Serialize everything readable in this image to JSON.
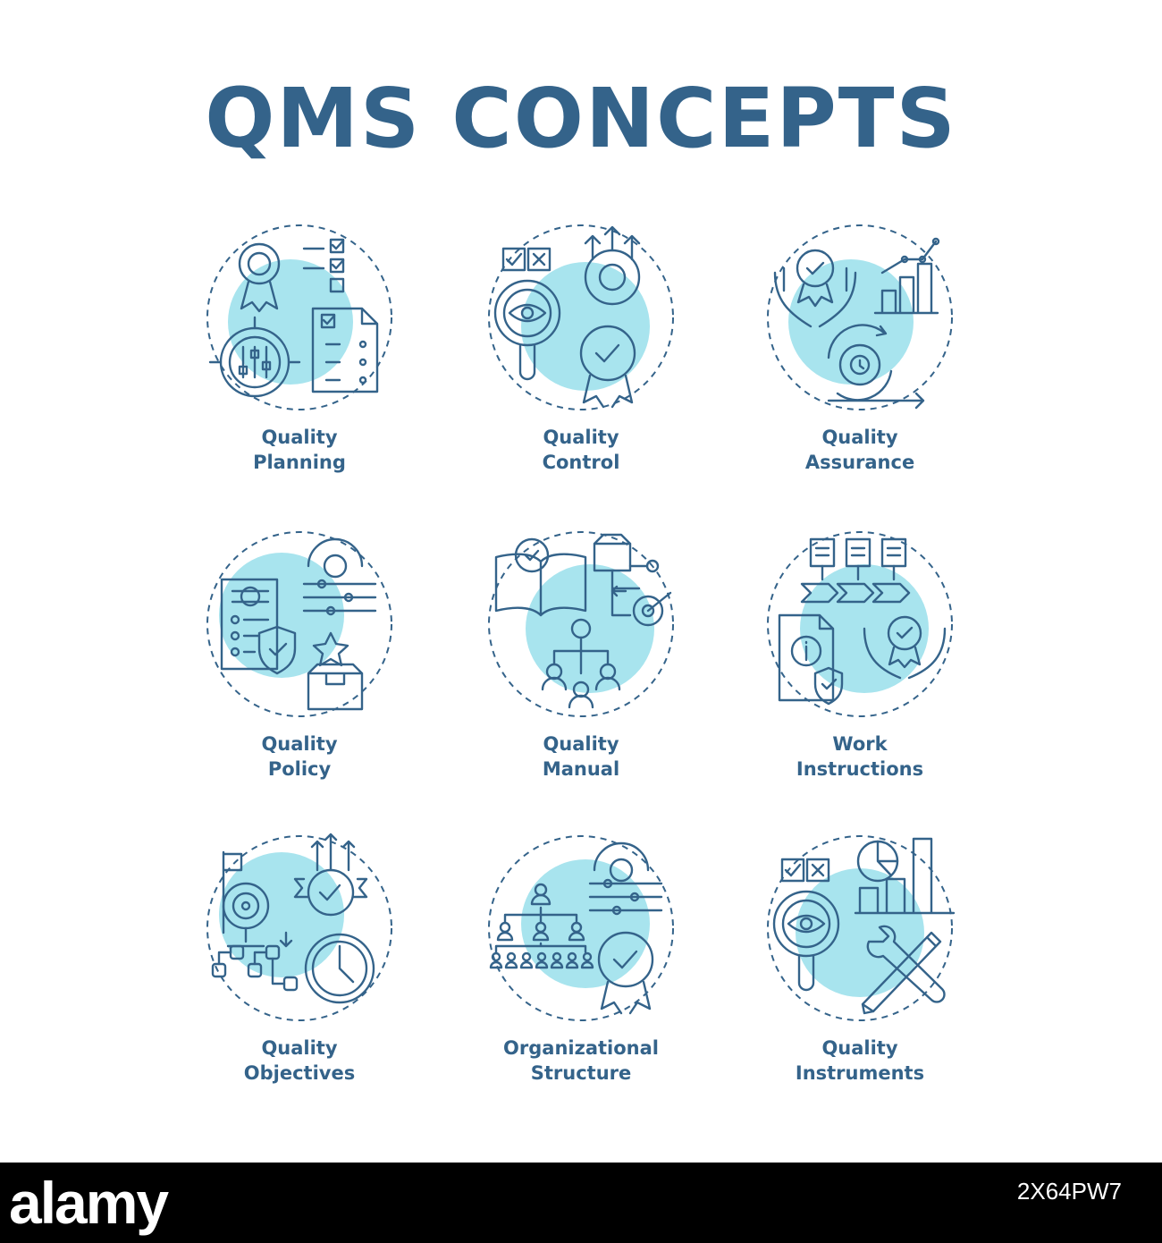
{
  "title": "QMS CONCEPTS",
  "colors": {
    "primary": "#34638a",
    "accent": "#a8e4ee",
    "background": "#ffffff"
  },
  "icons": [
    {
      "label": "Quality\nPlanning",
      "icon": "gear-checklist-target-icon"
    },
    {
      "label": "Quality\nControl",
      "icon": "eye-magnifier-gear-badge-icon"
    },
    {
      "label": "Quality\nAssurance",
      "icon": "hands-badge-chart-cycle-icon"
    },
    {
      "label": "Quality\nPolicy",
      "icon": "document-shield-gear-box-icon"
    },
    {
      "label": "Quality\nManual",
      "icon": "book-gear-org-chart-icon"
    },
    {
      "label": "Work\nInstructions",
      "icon": "documents-steps-info-hands-icon"
    },
    {
      "label": "Quality\nObjectives",
      "icon": "flag-target-clock-badge-icon"
    },
    {
      "label": "Organizational\nStructure",
      "icon": "people-hierarchy-gear-badge-icon"
    },
    {
      "label": "Quality\nInstruments",
      "icon": "eye-chart-wrench-pencil-icon"
    }
  ],
  "footer": {
    "brand": "alamy",
    "image_id": "2X64PW7"
  }
}
